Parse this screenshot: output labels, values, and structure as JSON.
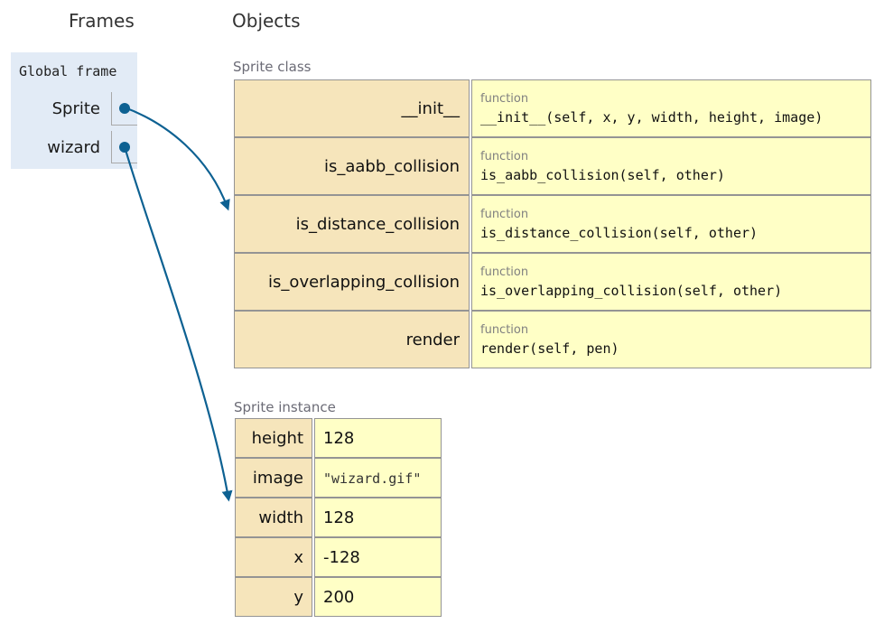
{
  "headers": {
    "frames": "Frames",
    "objects": "Objects"
  },
  "frame": {
    "title": "Global frame",
    "variables": [
      {
        "name": "Sprite",
        "points_to": "Sprite class"
      },
      {
        "name": "wizard",
        "points_to": "Sprite instance"
      }
    ]
  },
  "objects": [
    {
      "label": "Sprite class",
      "kind": "class",
      "rows": [
        {
          "key": "__init__",
          "type_label": "function",
          "signature": "__init__(self, x, y, width, height, image)"
        },
        {
          "key": "is_aabb_collision",
          "type_label": "function",
          "signature": "is_aabb_collision(self, other)"
        },
        {
          "key": "is_distance_collision",
          "type_label": "function",
          "signature": "is_distance_collision(self, other)"
        },
        {
          "key": "is_overlapping_collision",
          "type_label": "function",
          "signature": "is_overlapping_collision(self, other)"
        },
        {
          "key": "render",
          "type_label": "function",
          "signature": "render(self, pen)"
        }
      ]
    },
    {
      "label": "Sprite instance",
      "kind": "instance",
      "rows": [
        {
          "key": "height",
          "value": "128",
          "kind": "number"
        },
        {
          "key": "image",
          "value": "\"wizard.gif\"",
          "kind": "string"
        },
        {
          "key": "width",
          "value": "128",
          "kind": "number"
        },
        {
          "key": "x",
          "value": "-128",
          "kind": "number"
        },
        {
          "key": "y",
          "value": "200",
          "kind": "number"
        }
      ]
    }
  ],
  "colors": {
    "frame_bg": "#e2ebf6",
    "key_bg": "#f6e5bb",
    "val_bg": "#ffffc6",
    "cell_border": "#949494",
    "arrow": "#0d6192",
    "type_label": "#808080",
    "heap_label": "#6b6b76",
    "header_text": "#333333"
  }
}
